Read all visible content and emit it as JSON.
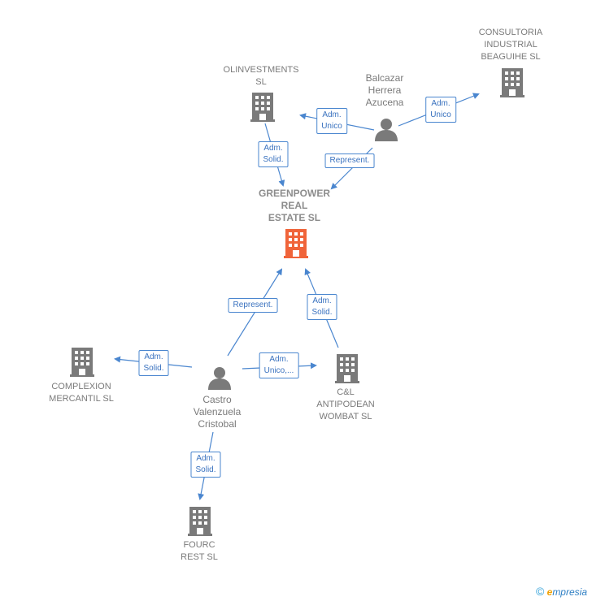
{
  "nodes": {
    "greenpower": {
      "label": "GREENPOWER\nREAL\nESTATE  SL"
    },
    "olinvestments": {
      "label": "OLINVESTMENTS\nSL"
    },
    "consultoria": {
      "label": "CONSULTORIA\nINDUSTRIAL\nBEAGUIHE  SL"
    },
    "balcazar": {
      "label": "Balcazar\nHerrera\nAzucena"
    },
    "castro": {
      "label": "Castro\nValenzuela\nCristobal"
    },
    "complexion": {
      "label": "COMPLEXION\nMERCANTIL SL"
    },
    "antipodean": {
      "label": "C&L\nANTIPODEAN\nWOMBAT  SL"
    },
    "fourc": {
      "label": "FOURC\nREST  SL"
    }
  },
  "edges": {
    "balcazar_olinvestments": "Adm.\nUnico",
    "balcazar_consultoria": "Adm.\nUnico",
    "olinvestments_greenpower": "Adm.\nSolid.",
    "balcazar_greenpower": "Represent.",
    "castro_greenpower": "Represent.",
    "antipodean_greenpower": "Adm.\nSolid.",
    "castro_complexion": "Adm.\nSolid.",
    "castro_antipodean": "Adm.\nUnico,...",
    "castro_fourc": "Adm.\nSolid."
  },
  "colors": {
    "edge": "#4a86cf",
    "company": "#7a7a7a",
    "main_company": "#f0643a",
    "person": "#7a7a7a"
  },
  "footer": {
    "copyright": "©",
    "brand_first": "e",
    "brand_rest": "mpresia"
  }
}
